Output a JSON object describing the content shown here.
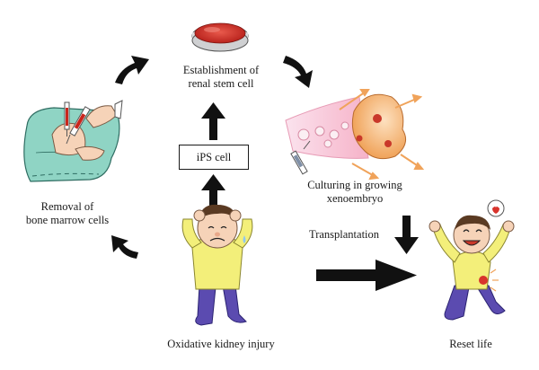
{
  "nodes": {
    "renal_stem": {
      "line1": "Establishment of",
      "line2": "renal stem cell"
    },
    "culturing": {
      "line1": "Culturing in growing",
      "line2": "xenoembryo"
    },
    "transplantation": "Transplantation",
    "reset_life": "Reset life",
    "oxidative": "Oxidative kidney injury",
    "removal": {
      "line1": "Removal of",
      "line2": "bone marrow cells"
    },
    "ips": "iPS cell"
  },
  "colors": {
    "arrow": "#111111",
    "petri_red": "#d8342c",
    "embryo_orange": "#f0a35a",
    "bed_teal": "#8fd4c4",
    "shirt_yellow": "#f3ef7a",
    "pants_blue": "#5b4bb0"
  }
}
